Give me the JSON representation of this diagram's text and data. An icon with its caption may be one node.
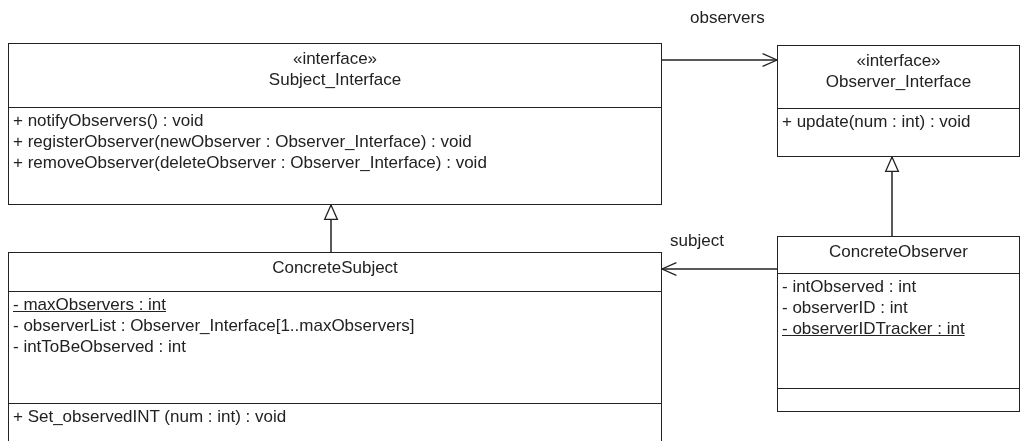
{
  "diagram": {
    "nodes": [
      {
        "text": [
          "«interface»",
          "Subject_Interface",
          "+ notifyObservers() : void",
          "+ registerObserver(newObserver : Observer_Interface) : void",
          "+ removeObserver(deleteObserver : Observer_Interface) : void"
        ]
      },
      {
        "text": [
          "«interface»",
          "Observer_Interface",
          "+ update(num : int) : void"
        ]
      },
      {
        "text": [
          "ConcreteSubject",
          "- maxObservers : int",
          "- observerList : Observer_Interface[1..maxObservers]",
          "- intToBeObserved : int",
          "+ Set_observedINT (num : int) : void"
        ]
      },
      {
        "text": [
          "ConcreteObserver",
          "- intObserved : int",
          "- observerID : int",
          "- observerIDTracker : int"
        ]
      }
    ],
    "edges": [
      {
        "from": 0,
        "to": 1,
        "arrow": "to",
        "label": "observers"
      },
      {
        "from": 2,
        "to": 0,
        "arrow": "to"
      },
      {
        "from": 3,
        "to": 1,
        "arrow": "to"
      },
      {
        "from": 3,
        "to": 2,
        "arrow": "to",
        "label": "subject"
      }
    ]
  }
}
